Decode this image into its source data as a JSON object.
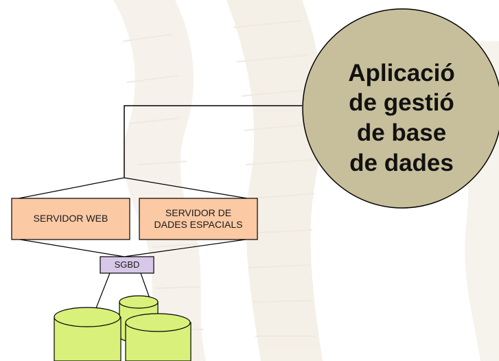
{
  "diagram": {
    "app_circle_text": "Aplicació\nde gestió\nde base\nde dades",
    "web_server_text": "SERVIDOR WEB",
    "spatial_server_text": "SERVIDOR DE\nDADES ESPACIALS",
    "sgbd_text": "SGBD"
  },
  "colors": {
    "circle_fill": "#c7bf9b",
    "server_box_fill": "#fbc9a4",
    "sgbd_box_fill": "#d8c8e8",
    "database_fill": "#d9f07a",
    "outline": "#000000",
    "background_motif": "#ebe3d6"
  },
  "icons": {
    "database": "cylinder-database-icon",
    "background": "twisted-tower-watermark"
  }
}
